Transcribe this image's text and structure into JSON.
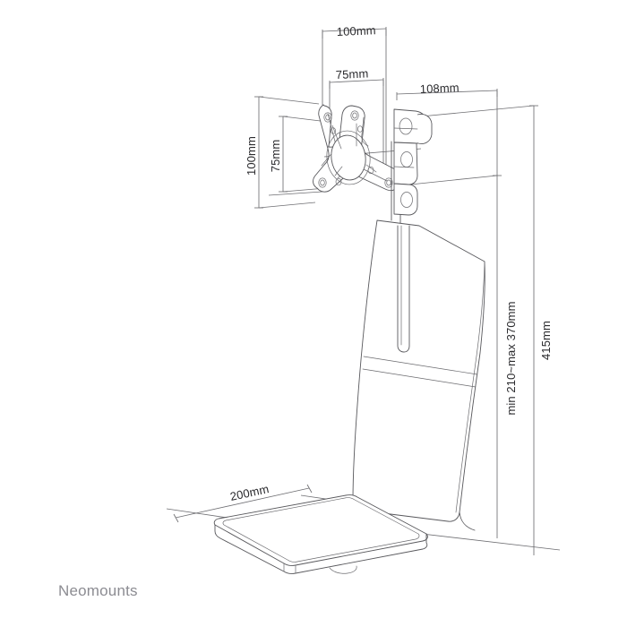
{
  "document": {
    "type": "technical-dimension-drawing",
    "subject": "Monitor desk stand with VESA mounting plate",
    "background_color": "#ffffff",
    "line_color": "#58585c",
    "dimension_line_color": "#6e6e72",
    "text_color": "#2b2b2e"
  },
  "brand": {
    "name": "Neomounts",
    "color": "#8c8c92"
  },
  "dimensions": {
    "vesa_width_outer": {
      "label": "100mm",
      "orientation": "horizontal",
      "position": "top",
      "clipped": true
    },
    "vesa_width_inner": {
      "label": "75mm",
      "orientation": "horizontal",
      "position": "top-inner"
    },
    "depth_bracket": {
      "label": "108mm",
      "orientation": "horizontal",
      "position": "top-right"
    },
    "vesa_height_outer": {
      "label": "100mm",
      "orientation": "vertical",
      "position": "left-outer"
    },
    "vesa_height_inner": {
      "label": "75mm",
      "orientation": "vertical",
      "position": "left-inner"
    },
    "height_range": {
      "label": "min 210~max 370mm",
      "orientation": "vertical",
      "position": "right-inner"
    },
    "total_height": {
      "label": "415mm",
      "orientation": "vertical",
      "position": "right-outer"
    },
    "base_width": {
      "label": "200mm",
      "orientation": "diagonal",
      "position": "bottom-left"
    }
  },
  "parts": [
    {
      "name": "vesa-plate",
      "description": "Four-pointed star VESA mounting plate with central circular bore"
    },
    {
      "name": "tilt-hinge-bracket",
      "description": "Tilt and swivel hinge mechanism"
    },
    {
      "name": "support-column",
      "description": "Curved tapered column with cable management slot"
    },
    {
      "name": "base-plate",
      "description": "Rounded square weighted base plate"
    }
  ]
}
